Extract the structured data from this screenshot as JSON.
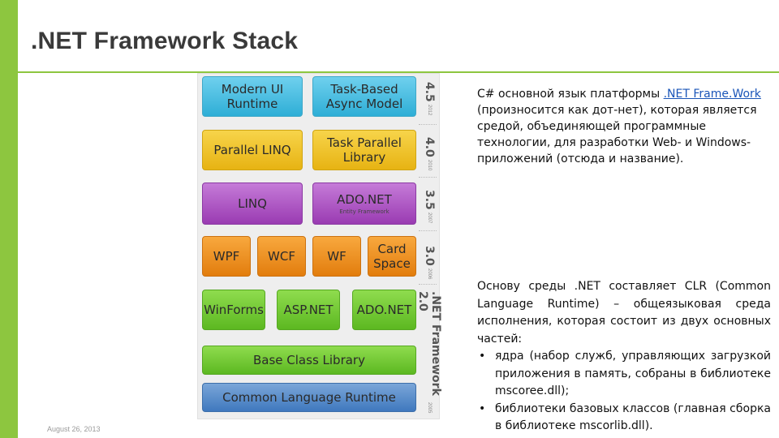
{
  "slide": {
    "title": ".NET Framework Stack",
    "date": "August 26, 2013"
  },
  "diagram": {
    "boxes": {
      "modern_ui": "Modern UI Runtime",
      "tap": "Task-Based Async Model",
      "plinq": "Parallel LINQ",
      "tpl": "Task Parallel Library",
      "linq": "LINQ",
      "ado_ef": "ADO.NET",
      "ado_ef_sub": "Entity Framework",
      "wpf": "WPF",
      "wcf": "WCF",
      "wf": "WF",
      "cardspace": "Card Space",
      "winforms": "WinForms",
      "aspnet": "ASP.NET",
      "adonet": "ADO.NET",
      "bcl": "Base Class Library",
      "clr": "Common Language Runtime"
    },
    "versions": [
      {
        "version": "4.5",
        "year": "2012"
      },
      {
        "version": "4.0",
        "year": "2010"
      },
      {
        "version": "3.5",
        "year": "2007"
      },
      {
        "version": "3.0",
        "year": "2006"
      },
      {
        "version": ".NET Framework 2.0",
        "year": "2005"
      }
    ],
    "colors": {
      "cyan": "#2eaed6",
      "yellow": "#e7b313",
      "purple": "#9a3bb2",
      "orange": "#e27d0d",
      "green": "#5cb821",
      "blue": "#3f78be",
      "accent": "#8dc63f"
    }
  },
  "text": {
    "para1_before": "C# основной язык платформы ",
    "para1_link": ".NET Frame.Work",
    "para1_after": " (произносится как дот-нет), которая является средой, объединяющей программные технологии, для разработки Web- и Windows-приложений (отсюда и название).",
    "para2": "Основу среды .NET составляет CLR (Common Language Runtime) – общеязыковая среда исполнения, которая состоит из двух основных частей:",
    "bullets": [
      "ядра (набор служб, управляющих загрузкой приложения в память, собраны в библиотеке mscoree.dll);",
      "библиотеки базовых классов (главная сборка в библиотеке mscorlib.dll)."
    ],
    "bullet_symbol": "•"
  }
}
